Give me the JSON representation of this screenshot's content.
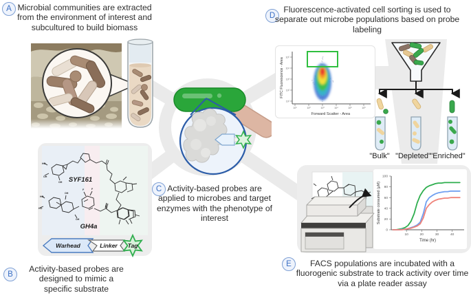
{
  "figure": {
    "steps": [
      {
        "id": "A",
        "text": "Microbial communities are extracted from the environment of interest and subcultured to build biomass"
      },
      {
        "id": "B",
        "text": "Activity-based probes are designed to mimic a specific substrate"
      },
      {
        "id": "C",
        "text": "Activity-based probes are applied to microbes and target enzymes with the phenotype of interest"
      },
      {
        "id": "D",
        "text": "Fluorescence-activated cell sorting is used to separate out microbe populations based on probe labeling"
      },
      {
        "id": "E",
        "text": "FACS populations are incubated with a fluorogenic substrate to track activity over time via a plate reader assay"
      }
    ]
  },
  "probe_panel": {
    "molecules": [
      {
        "name": "SYF161"
      },
      {
        "name": "GH4a"
      }
    ],
    "schematic": {
      "warhead_label": "Warhead",
      "linker_label": "Linker",
      "tag_label": "Tag"
    },
    "atom_labels": {
      "ho": "HO",
      "oh": "OH",
      "f": "F"
    }
  },
  "facs_plot": {
    "xlabel": "Forward Scatter - Area",
    "ylabel": "FITC Fluorescence - Area",
    "x_tick_labels": [
      "10¹",
      "10²",
      "10³",
      "10⁴",
      "10⁵",
      "10⁶"
    ],
    "y_tick_labels": [
      "10¹",
      "10²",
      "10³",
      "10⁴",
      "10⁵"
    ]
  },
  "sorting": {
    "tube_labels": [
      "\"Bulk\"",
      "\"Depleted\"",
      "\"Enriched\""
    ]
  },
  "assay_plot": {
    "xlabel": "Time (hr)",
    "ylabel": "Substrate consumed (μM)",
    "x_ticks": [
      10,
      20,
      30,
      40
    ],
    "y_ticks": [
      0,
      20,
      40,
      60,
      80,
      100
    ]
  },
  "chart_data": [
    {
      "type": "scatter",
      "title": "",
      "xlabel": "Forward Scatter - Area",
      "ylabel": "FITC Fluorescence - Area",
      "x_scale": "log",
      "y_scale": "log",
      "x_tick_labels": [
        "10¹",
        "10²",
        "10³",
        "10⁴",
        "10⁵",
        "10⁶"
      ],
      "y_tick_labels": [
        "10¹",
        "10²",
        "10³",
        "10⁴",
        "10⁵"
      ],
      "description": "density scatter of cells, elongated vertical cloud with jet colormap (blue outer to red core), rectangular sort gate drawn above the cloud top",
      "gate": {
        "shape": "rectangle",
        "color": "#2fbf3f"
      }
    },
    {
      "type": "line",
      "title": "",
      "xlabel": "Time (hr)",
      "ylabel": "Substrate consumed (μM)",
      "xlim": [
        0,
        46
      ],
      "ylim": [
        0,
        100
      ],
      "x": [
        1,
        3,
        5,
        7,
        9,
        11,
        13,
        15,
        17,
        19,
        21,
        23,
        25,
        27,
        29,
        31,
        33,
        35,
        37,
        39,
        41,
        43,
        45
      ],
      "series": [
        {
          "name": "green",
          "color": "#2eae4e",
          "values": [
            0,
            0,
            1,
            2,
            4,
            8,
            16,
            30,
            50,
            64,
            73,
            79,
            82,
            84,
            86,
            87,
            87,
            88,
            88,
            88,
            88,
            88,
            88
          ]
        },
        {
          "name": "blue",
          "color": "#6f9ff0",
          "values": [
            0,
            0,
            0,
            1,
            1,
            2,
            4,
            6,
            9,
            14,
            30,
            52,
            60,
            64,
            67,
            69,
            70,
            71,
            71,
            72,
            72,
            72,
            72
          ]
        },
        {
          "name": "red",
          "color": "#ef837a",
          "values": [
            0,
            0,
            0,
            0,
            1,
            2,
            3,
            5,
            7,
            11,
            22,
            40,
            47,
            52,
            55,
            57,
            58,
            59,
            59,
            60,
            60,
            60,
            60
          ]
        }
      ]
    }
  ],
  "colors": {
    "accent_blue": "#3a6fc4",
    "microbe_green": "#2aa63a",
    "gate_green": "#2fbf3f",
    "connector_gray": "#eaeaea",
    "tan_microbe": "#e6c791",
    "brown_microbe": "#8a7265"
  }
}
